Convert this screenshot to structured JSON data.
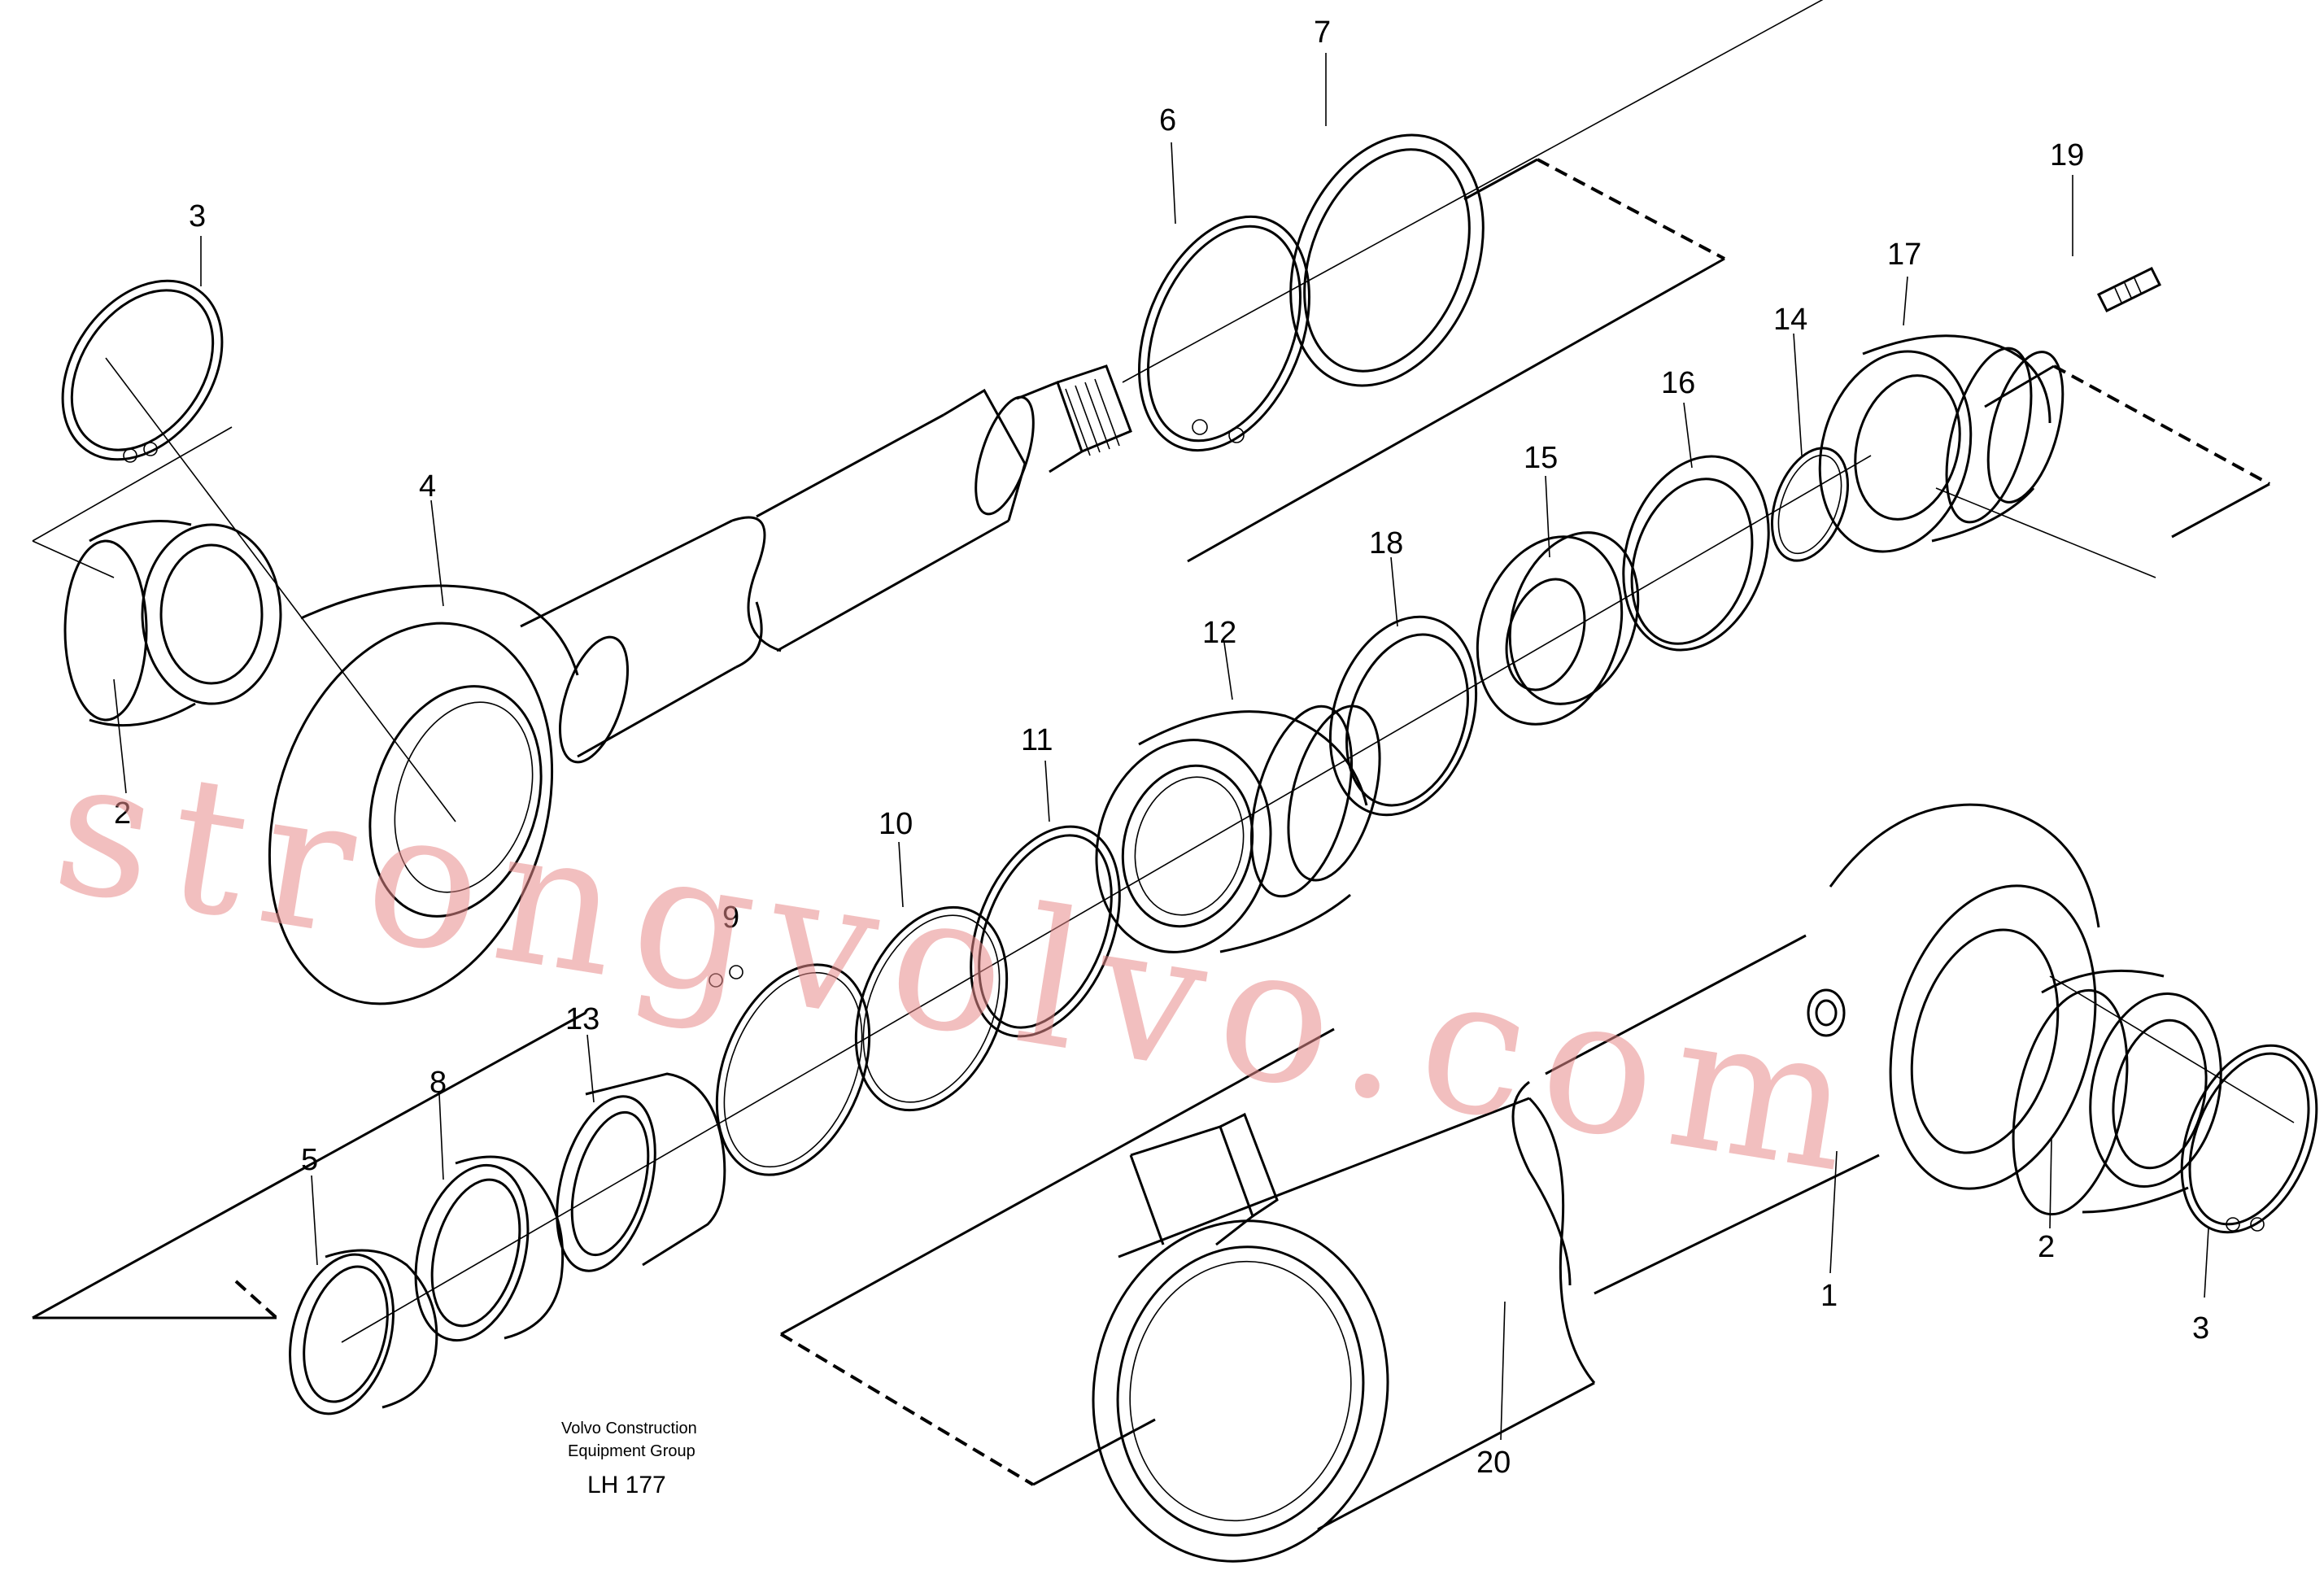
{
  "callouts": [
    {
      "id": "c1",
      "text": "1"
    },
    {
      "id": "c2a",
      "text": "2"
    },
    {
      "id": "c2b",
      "text": "2"
    },
    {
      "id": "c3a",
      "text": "3"
    },
    {
      "id": "c3b",
      "text": "3"
    },
    {
      "id": "c4",
      "text": "4"
    },
    {
      "id": "c5",
      "text": "5"
    },
    {
      "id": "c6",
      "text": "6"
    },
    {
      "id": "c7",
      "text": "7"
    },
    {
      "id": "c8",
      "text": "8"
    },
    {
      "id": "c9",
      "text": "9"
    },
    {
      "id": "c10",
      "text": "10"
    },
    {
      "id": "c11",
      "text": "11"
    },
    {
      "id": "c12",
      "text": "12"
    },
    {
      "id": "c13",
      "text": "13"
    },
    {
      "id": "c14",
      "text": "14"
    },
    {
      "id": "c15",
      "text": "15"
    },
    {
      "id": "c16",
      "text": "16"
    },
    {
      "id": "c17",
      "text": "17"
    },
    {
      "id": "c18",
      "text": "18"
    },
    {
      "id": "c19",
      "text": "19"
    },
    {
      "id": "c20",
      "text": "20"
    }
  ],
  "caption": {
    "line1": "Volvo Construction",
    "line2": "Equipment Group",
    "code": "LH 177"
  },
  "watermark": "strongvolvo.com"
}
